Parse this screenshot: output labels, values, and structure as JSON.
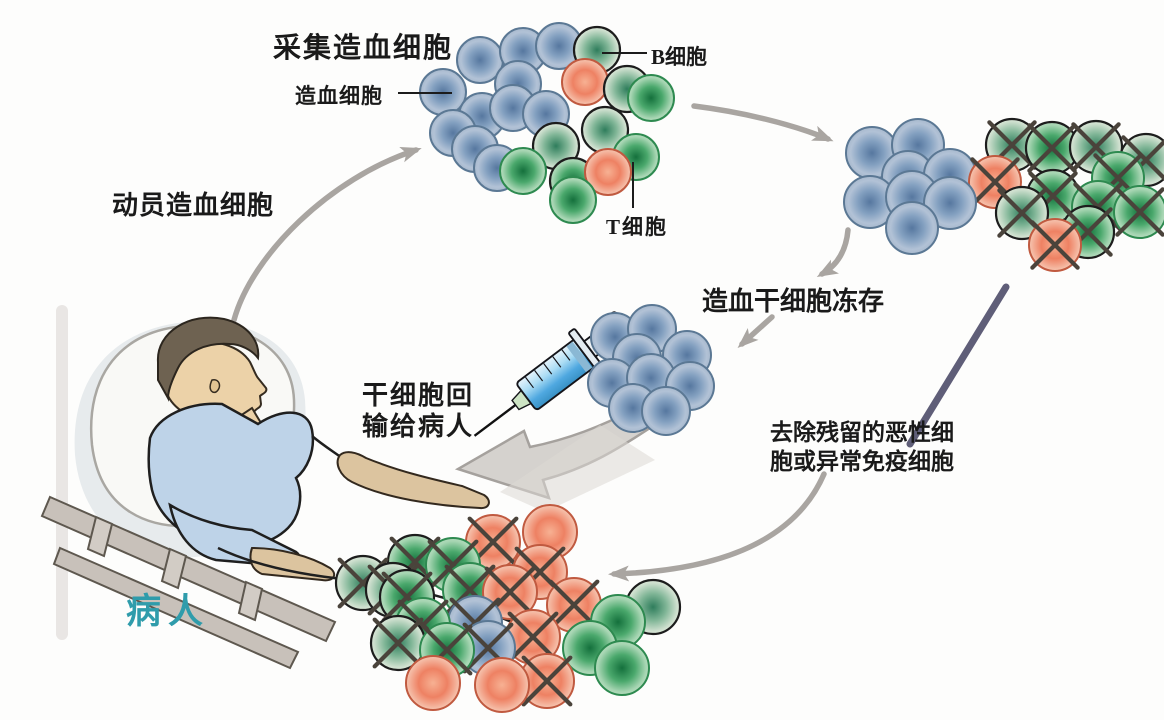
{
  "title": {
    "collect": "采集造血细胞"
  },
  "labels": {
    "hematopoietic_cell": "造血细胞",
    "b_cell": "B细胞",
    "t_cell": "T细胞",
    "mobilize": "动员造血细胞",
    "freeze": "造血干细胞冻存",
    "reinfuse_line1": "干细胞回",
    "reinfuse_line2": "输给病人",
    "purge_line1": "去除残留的恶性细",
    "purge_line2": "胞或异常免疫细胞",
    "patient": "病人"
  },
  "colors": {
    "patient_label": "#2f9cab",
    "blue_cell": "#5c7da8",
    "green_cell": "#17713d",
    "pale_green_cell": "#2f7d5c",
    "red_cell": "#ee8163",
    "x_mark": "#4a433b",
    "arrow": "#a9a5a1",
    "pointer_line": "#5f5e78"
  },
  "figure": {
    "cell_types": {
      "b": "hematopoietic-cell-blue",
      "g": "green-immune-cell",
      "go": "green-immune-cell-outlined",
      "p": "pale-green-immune-cell",
      "r": "red-immune-cell"
    },
    "clusters": [
      {
        "id": "collected",
        "r": 23,
        "cells": [
          [
            "b",
            480,
            60
          ],
          [
            "b",
            523,
            51
          ],
          [
            "b",
            559,
            46
          ],
          [
            "b",
            443,
            92
          ],
          [
            "b",
            518,
            84
          ],
          [
            "p",
            597,
            50
          ],
          [
            "r",
            585,
            82
          ],
          [
            "p",
            627,
            89
          ],
          [
            "g",
            651,
            98
          ],
          [
            "b",
            482,
            116
          ],
          [
            "b",
            513,
            108
          ],
          [
            "b",
            546,
            114
          ],
          [
            "p",
            605,
            130
          ],
          [
            "b",
            453,
            133
          ],
          [
            "p",
            556,
            146
          ],
          [
            "b",
            475,
            149
          ],
          [
            "g",
            636,
            157
          ],
          [
            "b",
            497,
            168
          ],
          [
            "g",
            523,
            171
          ],
          [
            "go",
            573,
            181
          ],
          [
            "r",
            608,
            172
          ],
          [
            "g",
            573,
            200
          ]
        ]
      },
      {
        "id": "purged",
        "r": 26,
        "cells": [
          [
            "b",
            872,
            153
          ],
          [
            "b",
            918,
            145
          ],
          [
            "p",
            1012,
            145,
            1
          ],
          [
            "go",
            1052,
            148,
            1
          ],
          [
            "p",
            1096,
            147,
            1
          ],
          [
            "p",
            1146,
            160,
            1
          ],
          [
            "b",
            908,
            177
          ],
          [
            "b",
            950,
            175
          ],
          [
            "r",
            995,
            182,
            1
          ],
          [
            "g",
            1118,
            178,
            1
          ],
          [
            "b",
            870,
            202
          ],
          [
            "b",
            912,
            197
          ],
          [
            "b",
            950,
            203
          ],
          [
            "go",
            1053,
            196,
            1
          ],
          [
            "g",
            1098,
            207,
            1
          ],
          [
            "p",
            1022,
            213,
            1
          ],
          [
            "g",
            1140,
            212,
            1
          ],
          [
            "b",
            912,
            228
          ],
          [
            "go",
            1088,
            232,
            1
          ],
          [
            "r",
            1055,
            245,
            1
          ]
        ]
      },
      {
        "id": "frozen",
        "r": 24,
        "cells": [
          [
            "b",
            615,
            337
          ],
          [
            "b",
            652,
            329
          ],
          [
            "b",
            687,
            355
          ],
          [
            "b",
            637,
            358
          ],
          [
            "b",
            612,
            383
          ],
          [
            "b",
            651,
            378
          ],
          [
            "b",
            690,
            386
          ],
          [
            "b",
            633,
            408
          ],
          [
            "b",
            666,
            411
          ]
        ]
      },
      {
        "id": "reinfused",
        "r": 27,
        "cells": [
          [
            "r",
            550,
            532
          ],
          [
            "r",
            493,
            542,
            1
          ],
          [
            "go",
            415,
            562,
            1
          ],
          [
            "g",
            453,
            565,
            1
          ],
          [
            "r",
            540,
            572,
            1
          ],
          [
            "p",
            363,
            583,
            1
          ],
          [
            "p",
            393,
            590,
            1
          ],
          [
            "g",
            470,
            590,
            1
          ],
          [
            "r",
            510,
            592,
            1
          ],
          [
            "go",
            407,
            597,
            1
          ],
          [
            "r",
            574,
            605,
            1
          ],
          [
            "p",
            653,
            607
          ],
          [
            "b",
            475,
            623,
            1
          ],
          [
            "g",
            423,
            625,
            1
          ],
          [
            "g",
            618,
            622
          ],
          [
            "r",
            533,
            637,
            1
          ],
          [
            "p",
            398,
            643,
            1
          ],
          [
            "b",
            488,
            648,
            1
          ],
          [
            "g",
            447,
            650,
            1
          ],
          [
            "g",
            590,
            648
          ],
          [
            "g",
            622,
            668
          ],
          [
            "r",
            547,
            681,
            1
          ],
          [
            "r",
            433,
            683
          ],
          [
            "r",
            502,
            685
          ]
        ]
      }
    ]
  }
}
